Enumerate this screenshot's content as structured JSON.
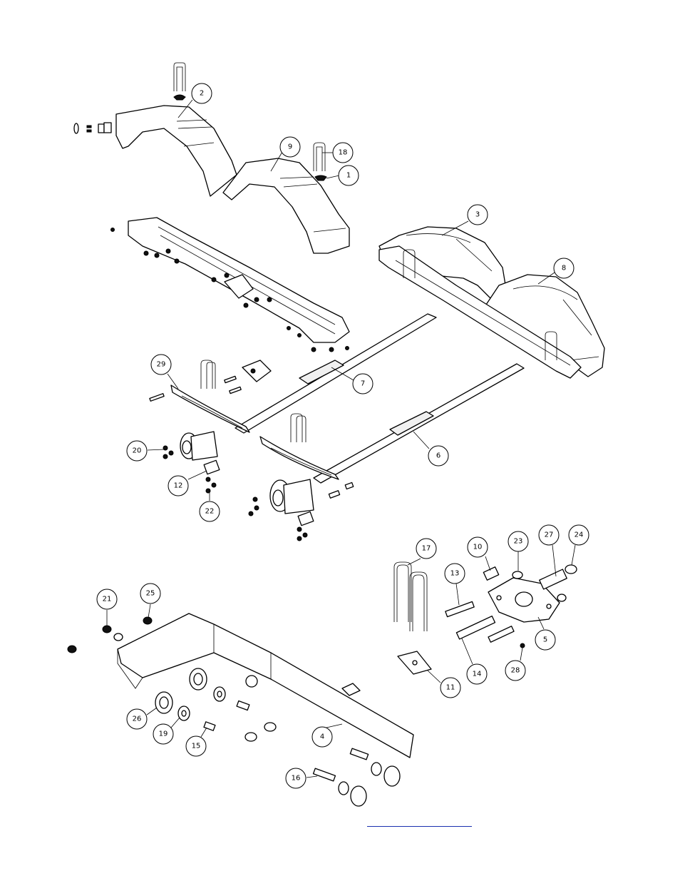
{
  "callouts": [
    {
      "label": "2"
    },
    {
      "label": "9"
    },
    {
      "label": "18"
    },
    {
      "label": "1"
    },
    {
      "label": "3"
    },
    {
      "label": "8"
    },
    {
      "label": "29"
    },
    {
      "label": "7"
    },
    {
      "label": "20"
    },
    {
      "label": "12"
    },
    {
      "label": "22"
    },
    {
      "label": "6"
    },
    {
      "label": "17"
    },
    {
      "label": "10"
    },
    {
      "label": "23"
    },
    {
      "label": "27"
    },
    {
      "label": "24"
    },
    {
      "label": "13"
    },
    {
      "label": "5"
    },
    {
      "label": "14"
    },
    {
      "label": "28"
    },
    {
      "label": "11"
    },
    {
      "label": "21"
    },
    {
      "label": "25"
    },
    {
      "label": "26"
    },
    {
      "label": "19"
    },
    {
      "label": "15"
    },
    {
      "label": "4"
    },
    {
      "label": "16"
    }
  ],
  "colors": {
    "ink": "#000000",
    "background": "#ffffff",
    "footer_link": "#1a2fb0"
  }
}
